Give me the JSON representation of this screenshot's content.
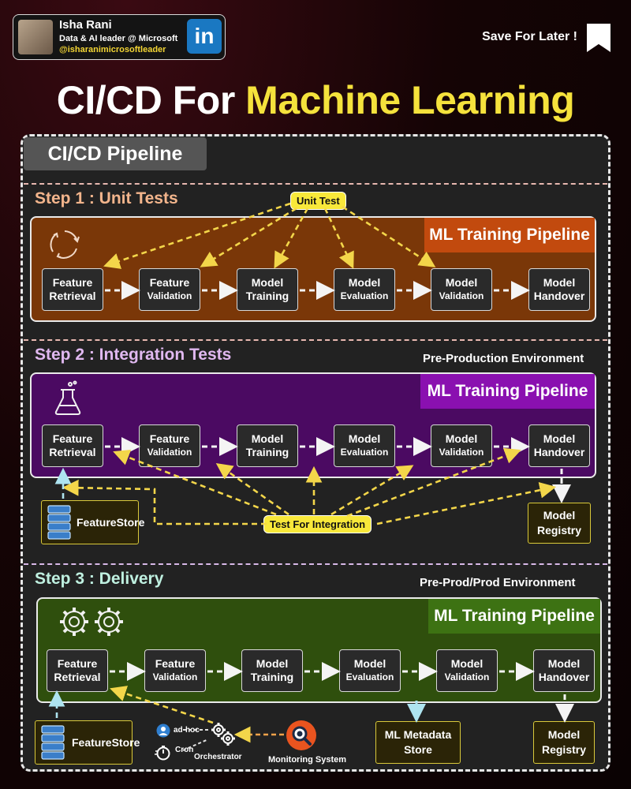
{
  "profile": {
    "name": "Isha Rani",
    "role": "Data & AI leader @ Microsoft",
    "handle": "@isharanimicrosoftleader",
    "linkedin_logo": "in"
  },
  "save_later": "Save For Later !",
  "title": {
    "part1": "CI/CD For ",
    "part2": "Machine Learning"
  },
  "pipeline_label": "CI/CD Pipeline",
  "pipeline_title": "ML Training Pipeline",
  "nodes": [
    {
      "line1": "Feature",
      "line2": "Retrieval"
    },
    {
      "line1": "Feature",
      "line2": "Validation"
    },
    {
      "line1": "Model",
      "line2": "Training"
    },
    {
      "line1": "Model",
      "line2": "Evaluation"
    },
    {
      "line1": "Model",
      "line2": "Validation"
    },
    {
      "line1": "Model",
      "line2": "Handover"
    }
  ],
  "step1": {
    "title": "Step 1 : Unit Tests",
    "tag": "Unit Test"
  },
  "step2": {
    "title": "Step 2 : Integration Tests",
    "env": "Pre-Production Environment",
    "tag": "Test For Integration"
  },
  "step3": {
    "title": "Step 3 : Delivery",
    "env": "Pre-Prod/Prod Environment"
  },
  "stores": {
    "feature_store": {
      "line1": "Feature",
      "line2": "Store"
    },
    "model_registry": {
      "line1": "Model",
      "line2": "Registry"
    },
    "metadata_store": {
      "line1": "ML Metadata",
      "line2": "Store"
    }
  },
  "orchestration": {
    "adhoc": "ad-hoc",
    "cron": "Cron",
    "orchestrator": "Orchestrator",
    "monitoring": "Monitoring System"
  },
  "colors": {
    "accent_yellow": "#f5e23c",
    "step1_panel": "#7a3708",
    "step1_header": "#c24a0e",
    "step2_panel": "#4b0a62",
    "step2_header": "#8a10b0",
    "step3_panel": "#2f4f0d",
    "step3_header": "#3d7213",
    "arrow_yellow": "#f3d64a",
    "arrow_cyan": "#aee4f0"
  }
}
